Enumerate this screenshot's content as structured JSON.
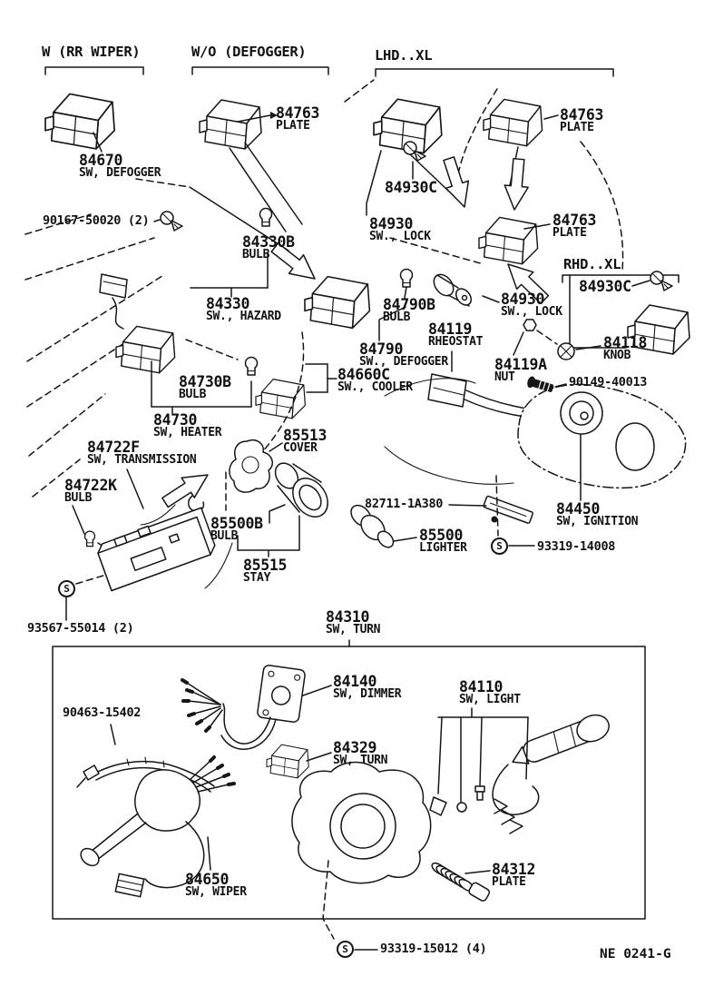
{
  "doc_code": "NE 0241-G",
  "s_symbol": "S",
  "sections": {
    "w_rr_wiper": "W (RR WIPER)",
    "wo_defogger": "W/O (DEFOGGER)",
    "lhd_xl": "LHD..XL",
    "rhd_xl": "RHD..XL"
  },
  "parts": {
    "p84670": {
      "number": "84670",
      "name": "SW, DEFOGGER"
    },
    "p84763_1": {
      "number": "84763",
      "name": "PLATE"
    },
    "p84763_2": {
      "number": "84763",
      "name": "PLATE"
    },
    "p84763_3": {
      "number": "84763",
      "name": "PLATE"
    },
    "p84930c_1": {
      "number": "84930C",
      "name": ""
    },
    "p84930c_2": {
      "number": "84930C",
      "name": ""
    },
    "p90167": {
      "number": "90167-50020 (2)",
      "name": ""
    },
    "p84330b": {
      "number": "84330B",
      "name": "BULB"
    },
    "p84930_1": {
      "number": "84930",
      "name": "SW., LOCK"
    },
    "p84930_2": {
      "number": "84930",
      "name": "SW., LOCK"
    },
    "p84330": {
      "number": "84330",
      "name": "SW., HAZARD"
    },
    "p84790b": {
      "number": "84790B",
      "name": "BULB"
    },
    "p84119": {
      "number": "84119",
      "name": "RHEOSTAT"
    },
    "p84790": {
      "number": "84790",
      "name": "SW., DEFOGGER"
    },
    "p84660c": {
      "number": "84660C",
      "name": "SW., COOLER"
    },
    "p84118": {
      "number": "84118",
      "name": "KNOB"
    },
    "p84119a": {
      "number": "84119A",
      "name": "NUT"
    },
    "p90149": {
      "number": "90149-40013",
      "name": ""
    },
    "p84730b": {
      "number": "84730B",
      "name": "BULB"
    },
    "p84730": {
      "number": "84730",
      "name": "SW, HEATER"
    },
    "p85513": {
      "number": "85513",
      "name": "COVER"
    },
    "p84722f": {
      "number": "84722F",
      "name": "SW, TRANSMISSION"
    },
    "p84722k": {
      "number": "84722K",
      "name": "BULB"
    },
    "p85500b": {
      "number": "85500B",
      "name": "BULB"
    },
    "p82711": {
      "number": "82711-1A380",
      "name": ""
    },
    "p84450": {
      "number": "84450",
      "name": "SW, IGNITION"
    },
    "p85500": {
      "number": "85500",
      "name": "LIGHTER"
    },
    "p93319_14008": {
      "number": "93319-14008",
      "name": ""
    },
    "p85515": {
      "number": "85515",
      "name": "STAY"
    },
    "p93567": {
      "number": "93567-55014 (2)",
      "name": ""
    },
    "p84310": {
      "number": "84310",
      "name": "SW, TURN"
    },
    "p84140": {
      "number": "84140",
      "name": "SW, DIMMER"
    },
    "p90463": {
      "number": "90463-15402",
      "name": ""
    },
    "p84329": {
      "number": "84329",
      "name": "SW, TURN"
    },
    "p84110": {
      "number": "84110",
      "name": "SW, LIGHT"
    },
    "p84650": {
      "number": "84650",
      "name": "SW, WIPER"
    },
    "p84312": {
      "number": "84312",
      "name": "PLATE"
    },
    "p93319_15012": {
      "number": "93319-15012 (4)",
      "name": ""
    }
  }
}
